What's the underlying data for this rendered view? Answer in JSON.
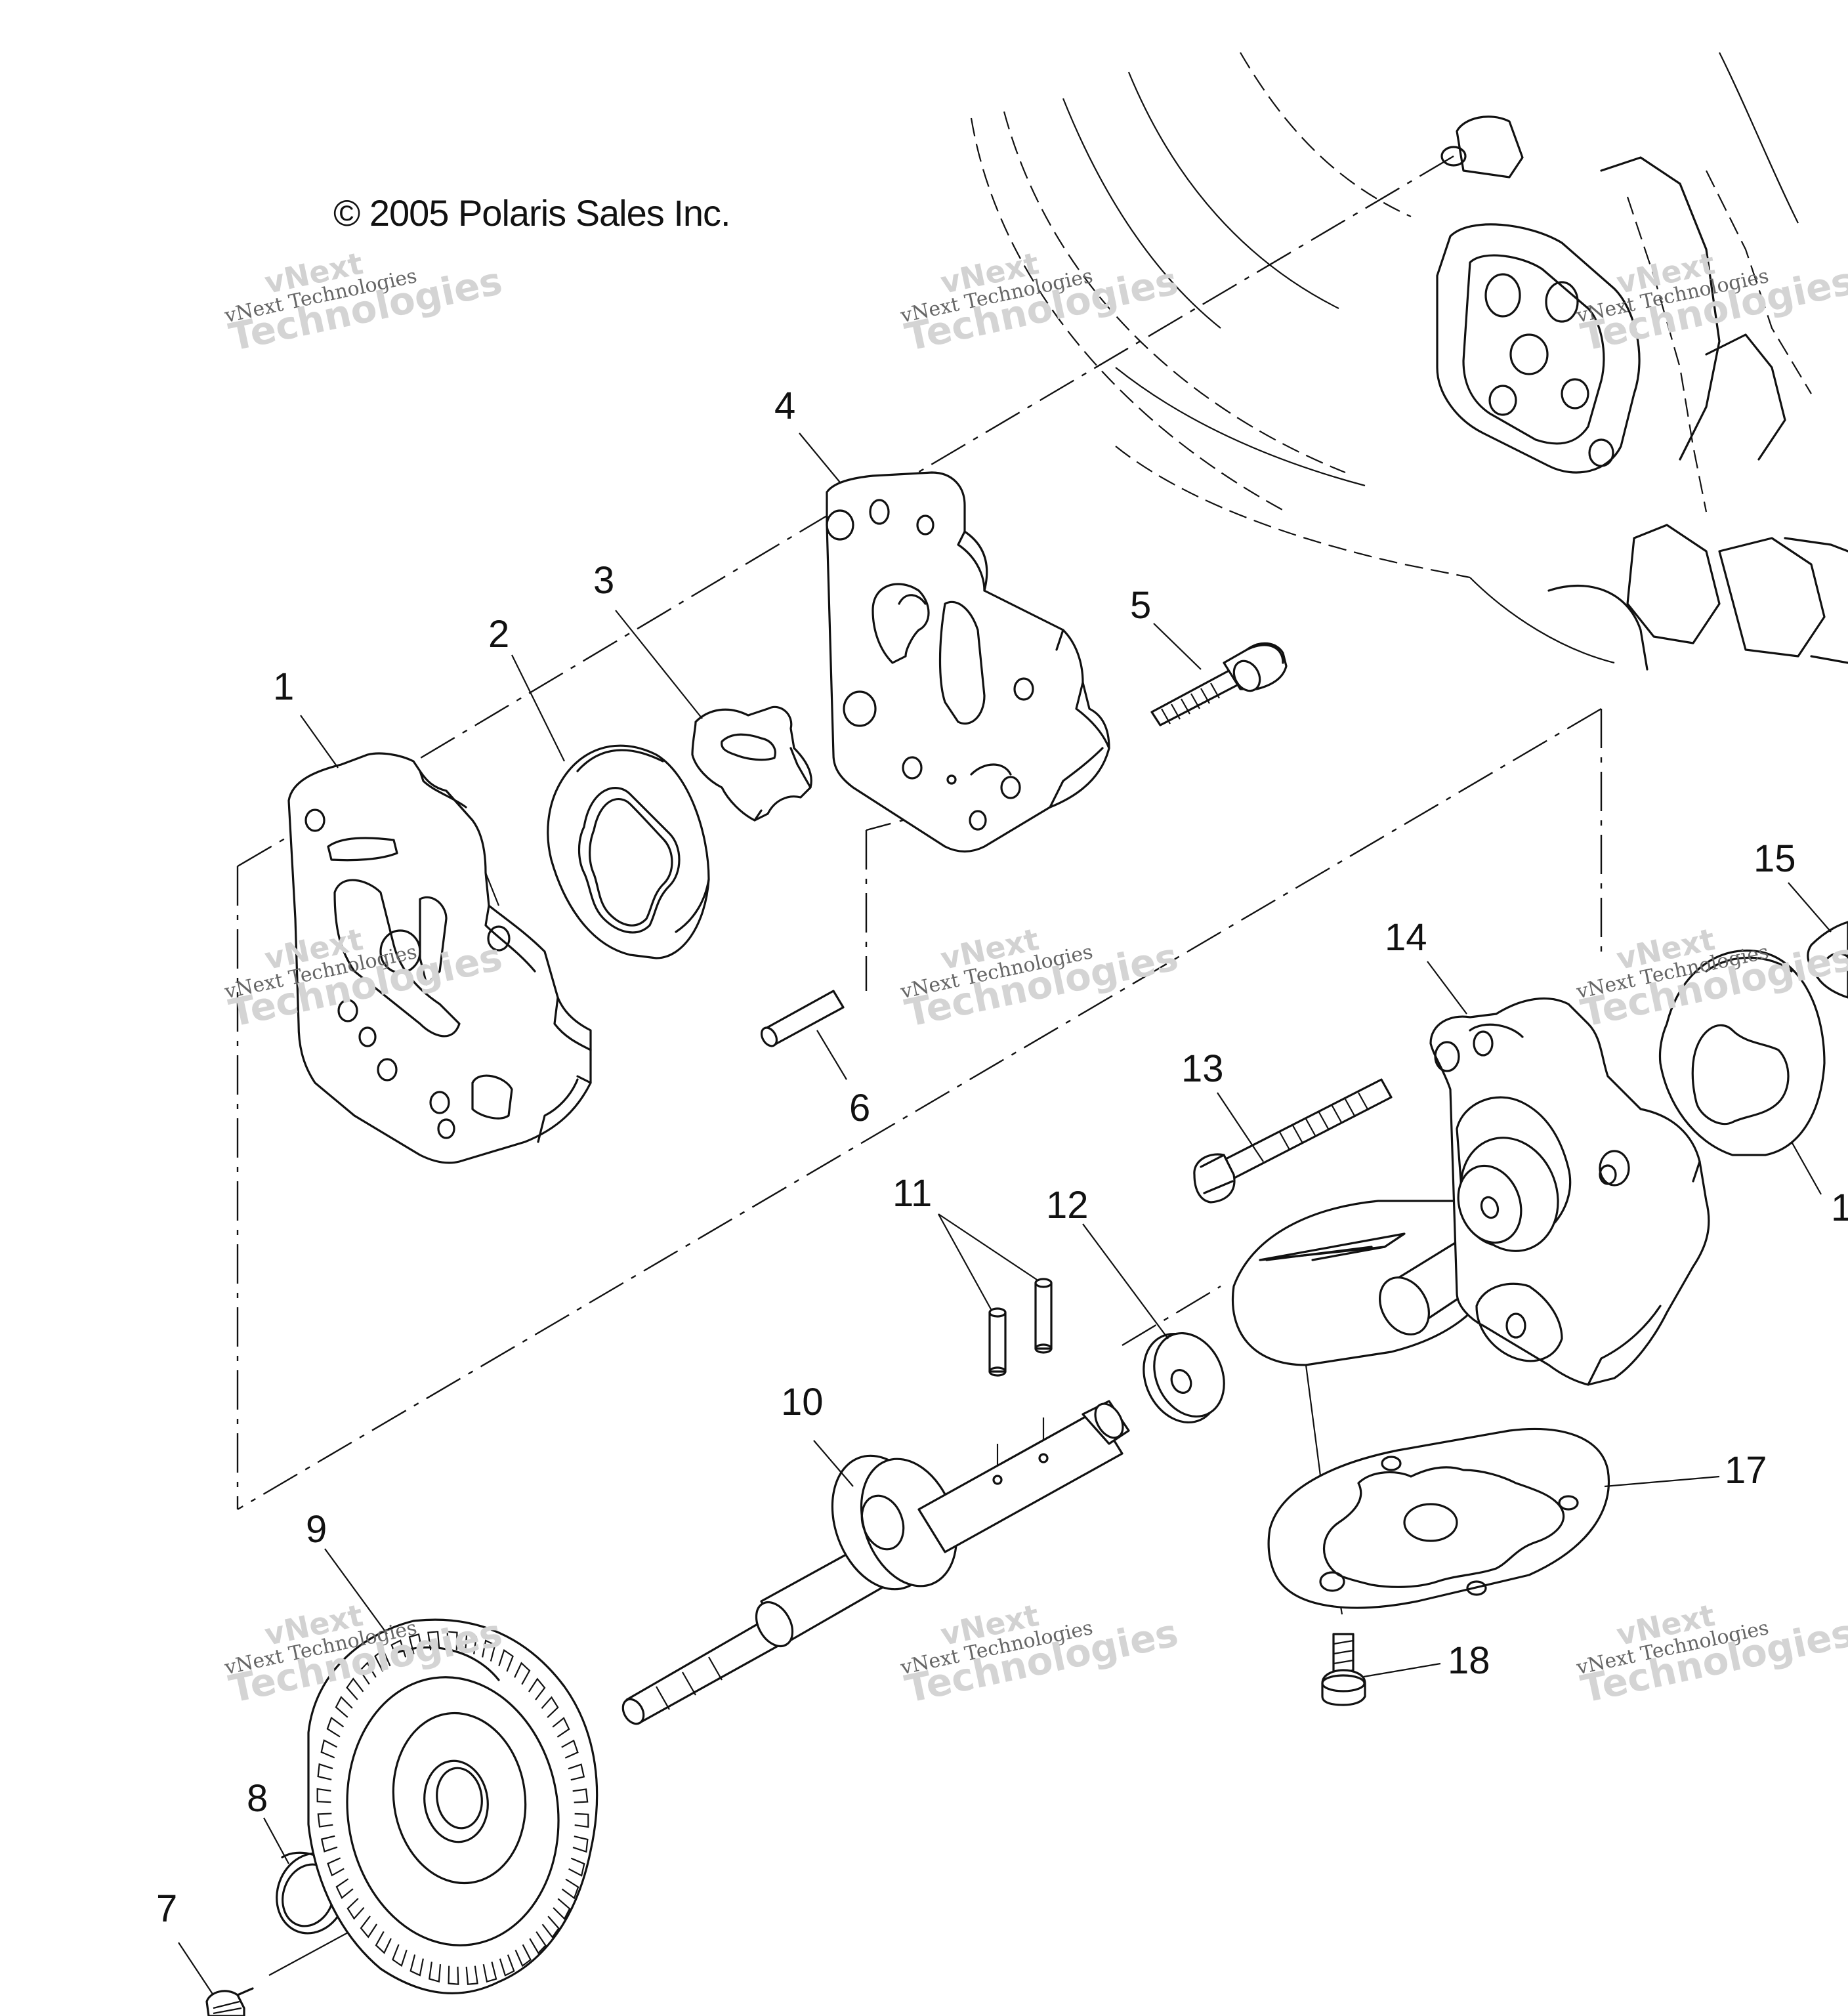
{
  "copyright": "© 2005 Polaris Sales Inc.",
  "watermark": {
    "line1": "vNext",
    "line2": "vNext Technologies",
    "line3": "Technologies"
  },
  "callouts": {
    "c1": "1",
    "c2": "2",
    "c3": "3",
    "c4": "4",
    "c5": "5",
    "c6": "6",
    "c7": "7",
    "c8": "8",
    "c9": "9",
    "c10": "10",
    "c11": "11",
    "c12": "12",
    "c13": "13",
    "c14": "14",
    "c15": "15",
    "c16": "1",
    "c17": "17",
    "c18": "18"
  }
}
